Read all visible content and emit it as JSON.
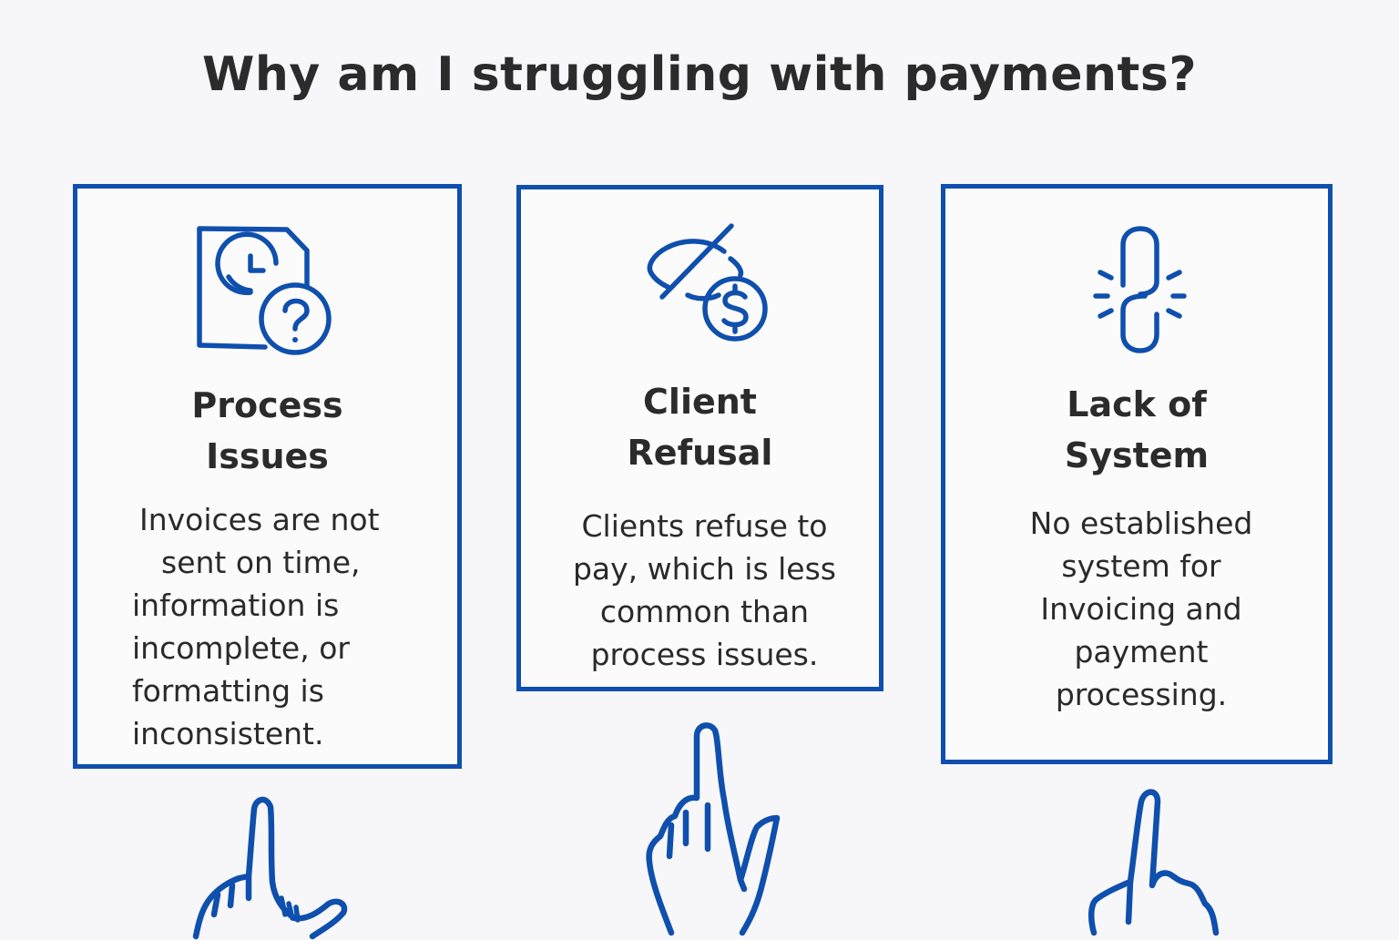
{
  "title": "Why am I struggling with payments?",
  "colors": {
    "accent": "#0f4fad",
    "text": "#2b2b2b",
    "background": "#f7f7f9"
  },
  "cards": [
    {
      "icon": "document-clock-question-icon",
      "heading_line1": "Process",
      "heading_line2": "Issues",
      "desc_lines": [
        "Invoices are not",
        "sent on time,",
        "information is",
        "incomplete, or",
        "formatting is",
        "inconsistent."
      ]
    },
    {
      "icon": "eye-off-dollar-icon",
      "heading_line1": "Client",
      "heading_line2": "Refusal",
      "desc_lines": [
        "Clients refuse to",
        "pay, which is less",
        "common than",
        "process issues."
      ]
    },
    {
      "icon": "broken-chain-link-icon",
      "heading_line1": "Lack of",
      "heading_line2": "System",
      "desc_lines": [
        "No established",
        "system for",
        "Invoicing and",
        "payment",
        "processing."
      ]
    }
  ],
  "hands": [
    "pointing-hand-icon",
    "pointing-hand-icon",
    "pointing-hand-icon"
  ]
}
